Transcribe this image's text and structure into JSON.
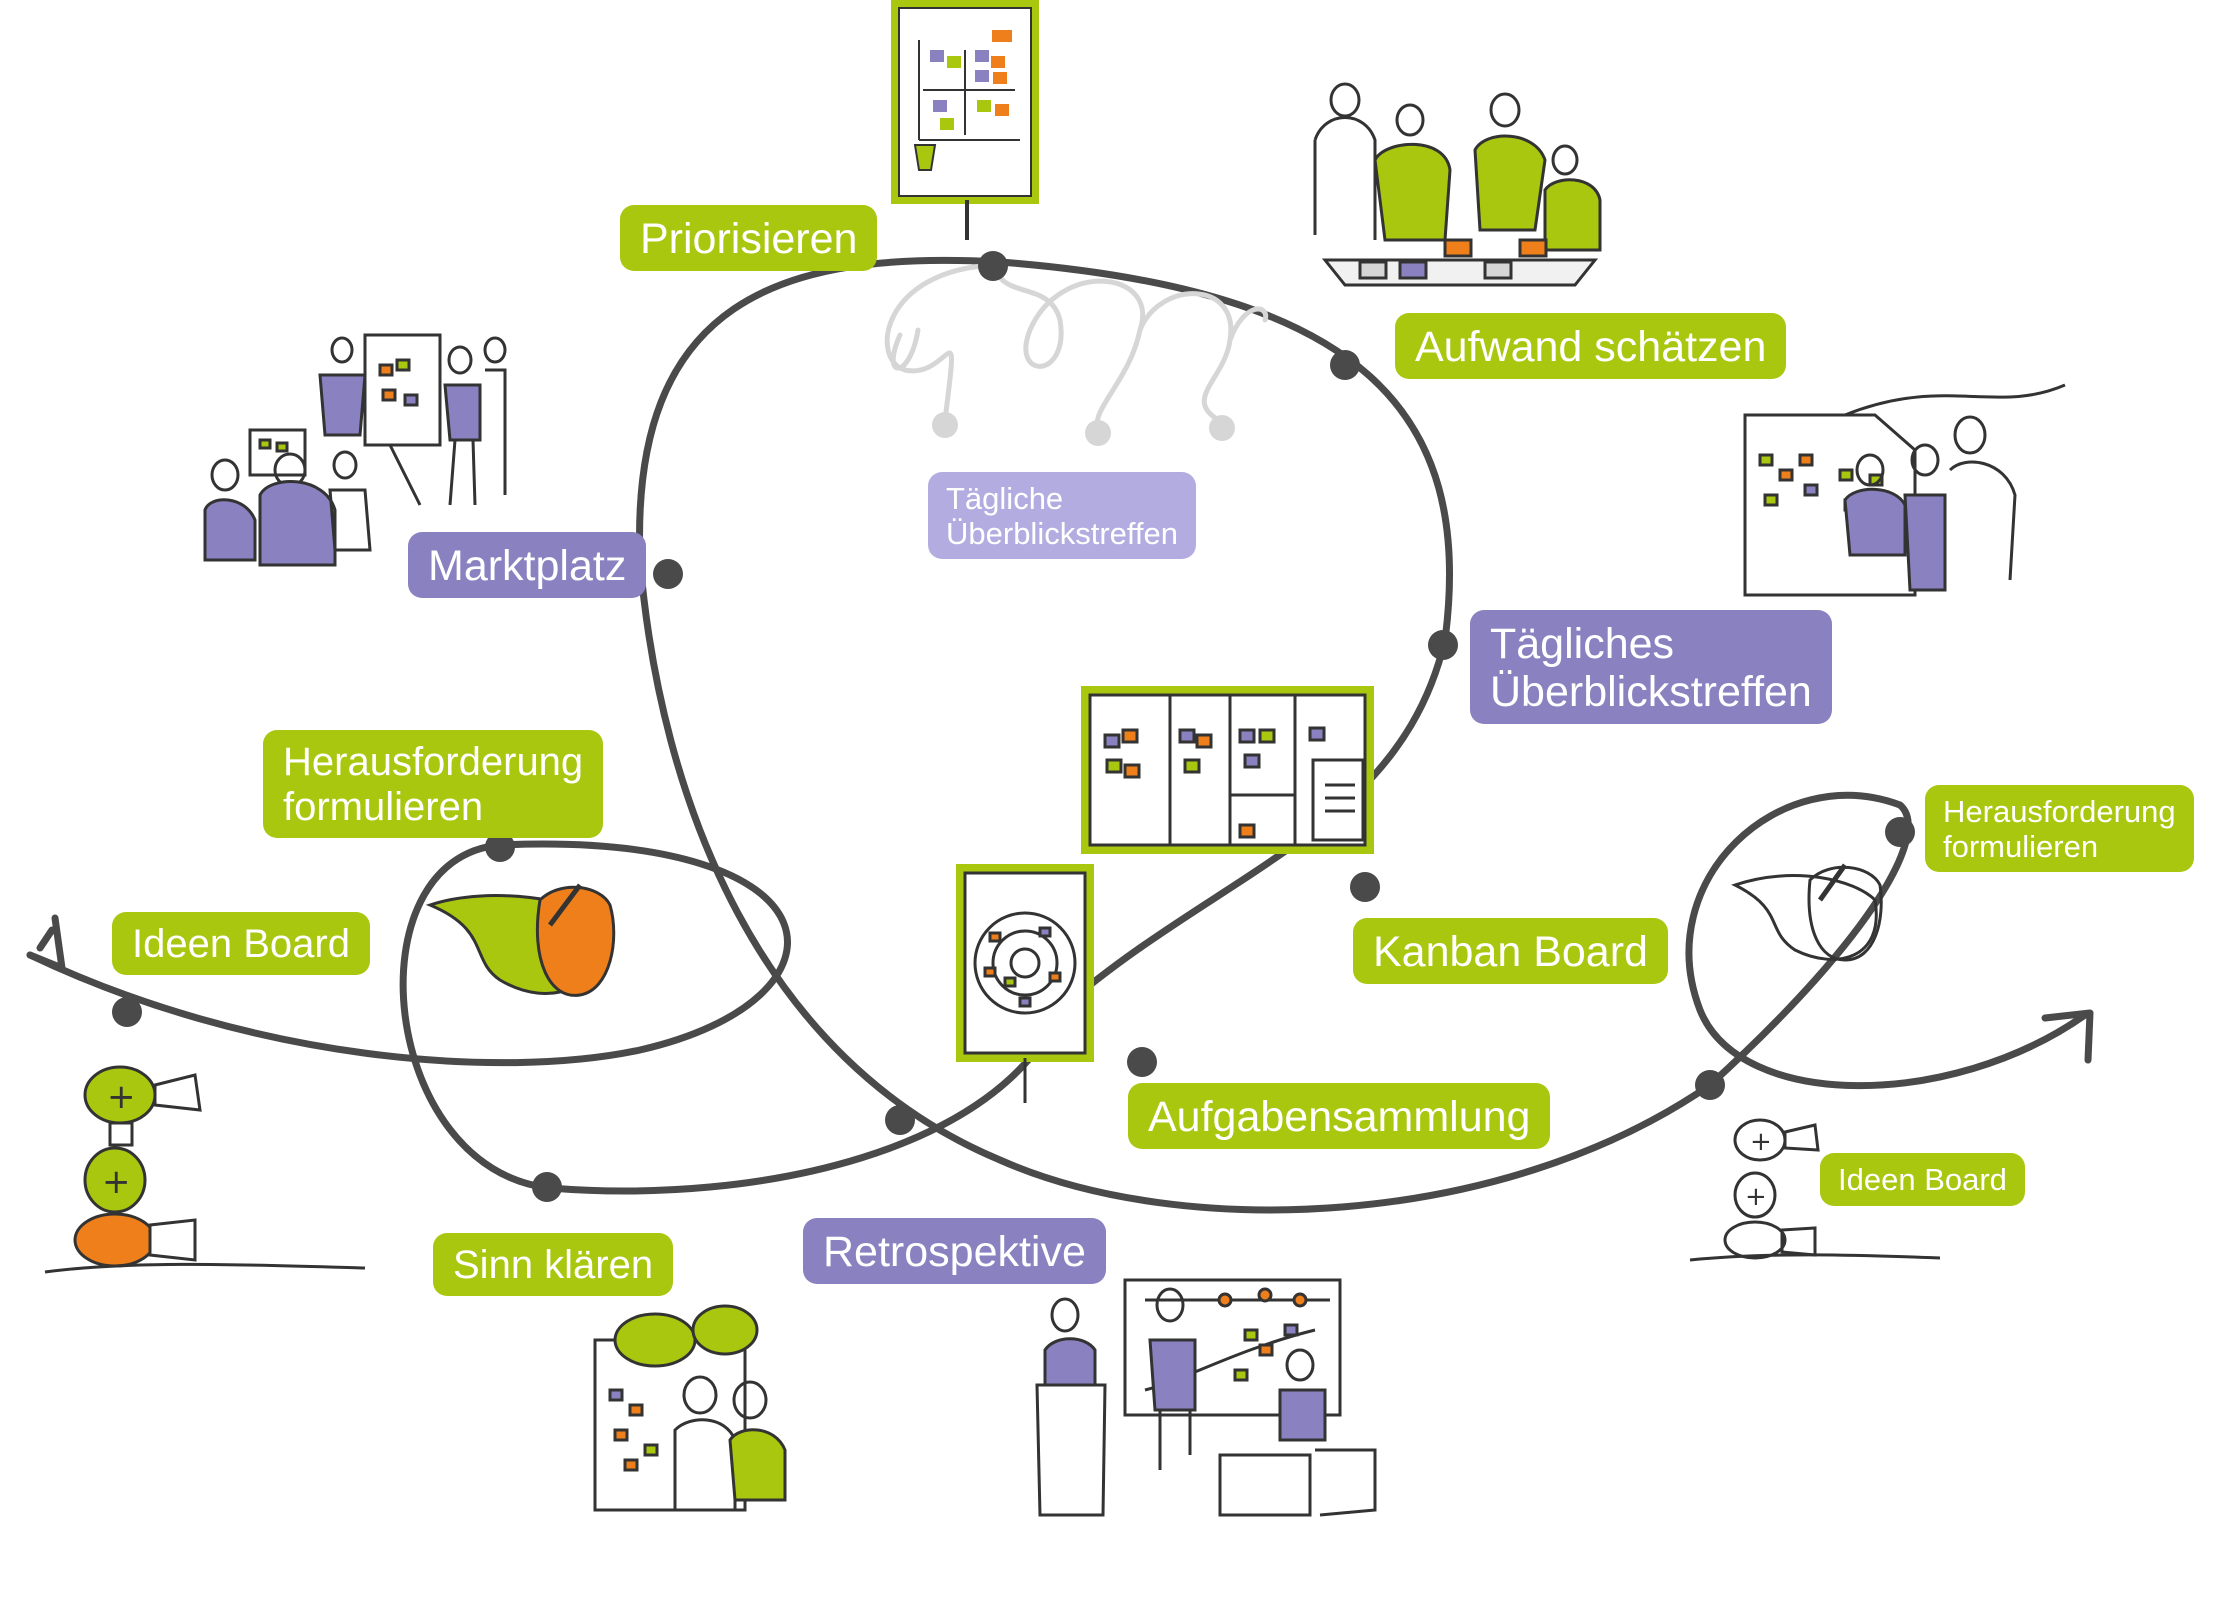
{
  "diagram": {
    "stations": {
      "ideen_board_1": "Ideen Board",
      "herausforderung_1": [
        "Herausforderung",
        "formulieren"
      ],
      "sinn_klaeren": "Sinn klären",
      "marktplatz": "Marktplatz",
      "priorisieren": "Priorisieren",
      "taegliche_ueberblickstreffen": [
        "Tägliche",
        "Überblickstreffen"
      ],
      "aufwand_schaetzen": "Aufwand schätzen",
      "taegliches_ueberblickstreffen": [
        "Tägliches",
        "Überblickstreffen"
      ],
      "kanban_board": "Kanban Board",
      "aufgabensammlung": "Aufgabensammlung",
      "retrospektive": "Retrospektive",
      "herausforderung_2": [
        "Herausforderung",
        "formulieren"
      ],
      "ideen_board_2": "Ideen Board"
    },
    "colors": {
      "green": "#a9c70f",
      "purple": "#8a81c0",
      "lilac": "#b3ace0",
      "orange": "#ee7f1a",
      "path": "#4a4a4a",
      "faint_path": "#d6d6d6"
    }
  }
}
